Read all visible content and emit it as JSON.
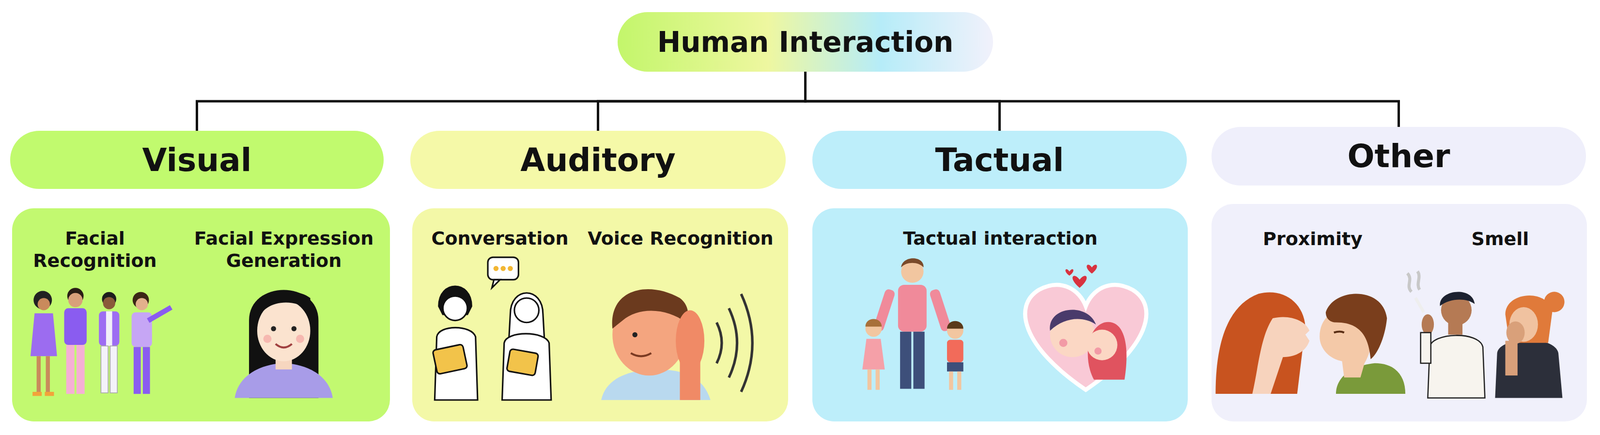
{
  "diagram": {
    "nodes": [
      {
        "text": [
          "Human Interaction"
        ]
      },
      {
        "text": [
          "Visual"
        ]
      },
      {
        "text": [
          "Facial Recognition",
          "Facial Expression Generation"
        ]
      },
      {
        "text": [
          "Auditory"
        ]
      },
      {
        "text": [
          "Conversation",
          "Voice Recognition"
        ]
      },
      {
        "text": [
          "Tactual"
        ]
      },
      {
        "text": [
          "Tactual interaction"
        ]
      },
      {
        "text": [
          "Other"
        ]
      },
      {
        "text": [
          "Proximity",
          "Smell"
        ]
      }
    ],
    "edges": [
      {
        "from": 0,
        "to": 1,
        "arrow": "none"
      },
      {
        "from": 0,
        "to": 3,
        "arrow": "none"
      },
      {
        "from": 0,
        "to": 5,
        "arrow": "none"
      },
      {
        "from": 0,
        "to": 7,
        "arrow": "none"
      }
    ]
  }
}
